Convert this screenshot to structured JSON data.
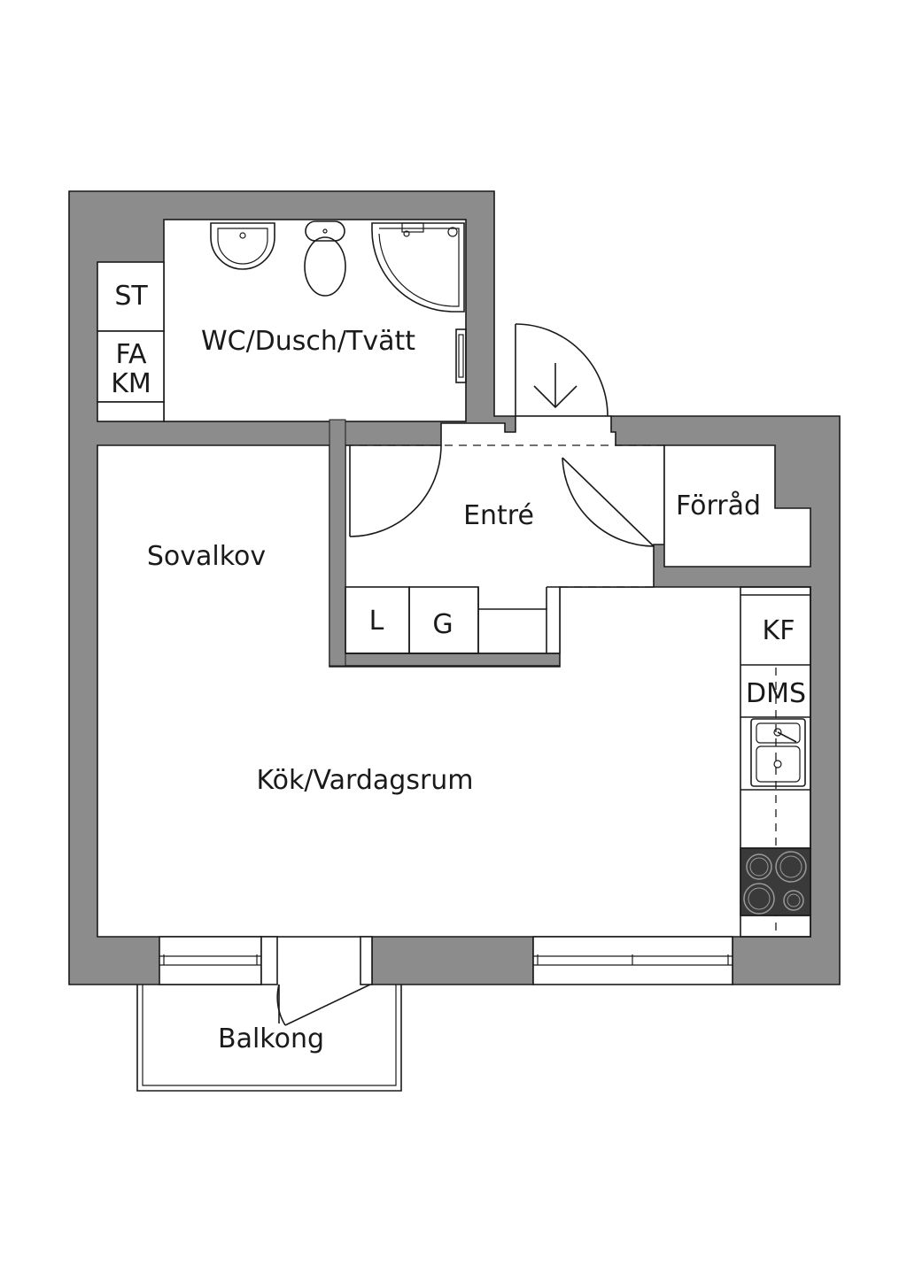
{
  "rooms": {
    "wc": "WC/Dusch/Tvätt",
    "entre": "Entré",
    "forrad": "Förråd",
    "sovalkov": "Sovalkov",
    "kok": "Kök/Vardagsrum",
    "balkong": "Balkong"
  },
  "fixtures": {
    "st": "ST",
    "fa": "FA",
    "km": "KM",
    "l": "L",
    "g": "G",
    "kf": "KF",
    "dms": "DMS"
  },
  "colors": {
    "wall": "#8c8c8c",
    "line": "#1a1a1a",
    "background": "#ffffff",
    "stove": "#3a3a3a"
  }
}
